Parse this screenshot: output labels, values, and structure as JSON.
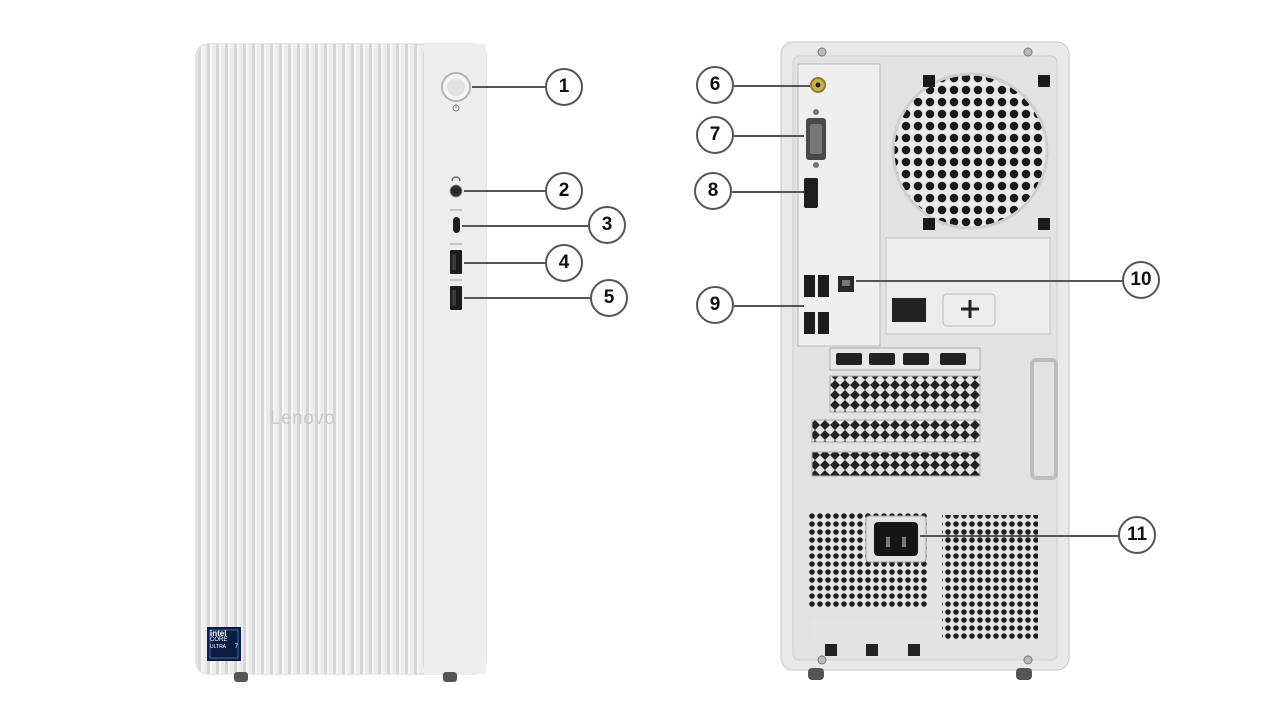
{
  "front_view": {
    "brand_logo": "Lenovo",
    "badge": {
      "line1": "intel",
      "line2": "CORE",
      "line3": "ULTRA",
      "line4": "7"
    },
    "icons": [
      "power-icon",
      "headphone-icon",
      "usb-icon"
    ]
  },
  "rear_view": {
    "icons": [
      "fan-grille",
      "power-socket",
      "hdmi-port",
      "vga-port",
      "ethernet-port"
    ]
  },
  "callouts": [
    {
      "number": "1",
      "target": "power-button"
    },
    {
      "number": "2",
      "target": "combo-audio-jack"
    },
    {
      "number": "3",
      "target": "usb-c-port"
    },
    {
      "number": "4",
      "target": "usb-a-port"
    },
    {
      "number": "5",
      "target": "usb-a-port"
    },
    {
      "number": "6",
      "target": "audio-jack"
    },
    {
      "number": "7",
      "target": "vga-port"
    },
    {
      "number": "8",
      "target": "hdmi-port"
    },
    {
      "number": "9",
      "target": "usb-ports"
    },
    {
      "number": "10",
      "target": "ethernet-port"
    },
    {
      "number": "11",
      "target": "power-connector"
    }
  ],
  "colors": {
    "chassis": "#e8e8e8",
    "panel_shadow": "#cfcfcf",
    "callout_border": "#555555",
    "text": "#111111",
    "badge_bg": "#0b1d44"
  }
}
